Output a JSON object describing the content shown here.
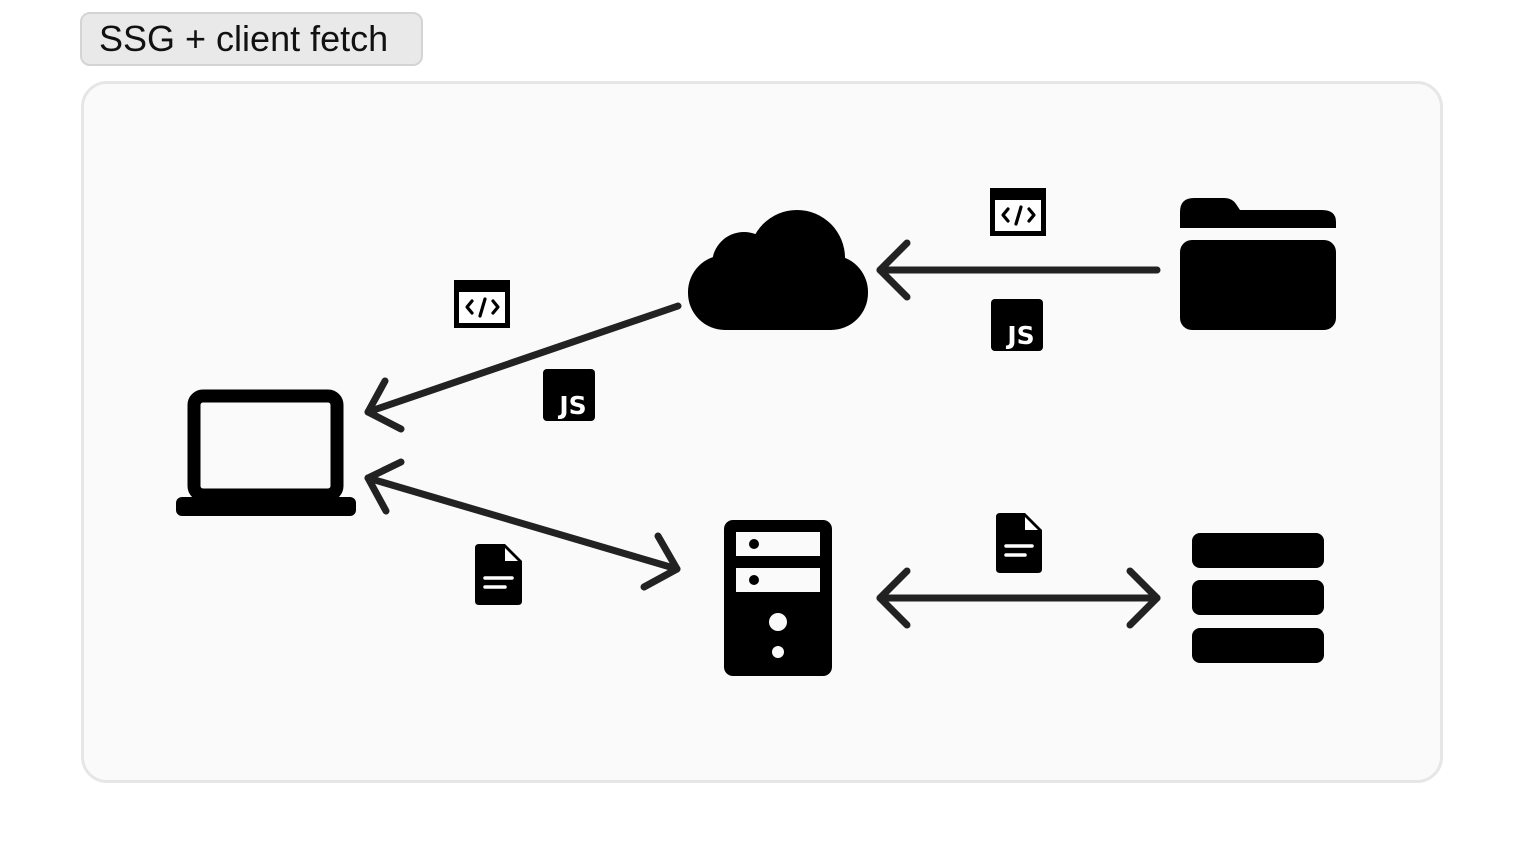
{
  "tab": {
    "label": "SSG + client fetch"
  },
  "diagram": {
    "nodes": [
      {
        "id": "laptop",
        "icon": "laptop-icon"
      },
      {
        "id": "cloud",
        "icon": "cloud-icon"
      },
      {
        "id": "folder",
        "icon": "folder-icon"
      },
      {
        "id": "server",
        "icon": "server-icon"
      },
      {
        "id": "database",
        "icon": "database-icon"
      }
    ],
    "edges": [
      {
        "from": "folder",
        "to": "cloud",
        "direction": "one-way",
        "payload": [
          "html-file-icon",
          "js-file-icon"
        ]
      },
      {
        "from": "cloud",
        "to": "laptop",
        "direction": "one-way",
        "payload": [
          "html-file-icon",
          "js-file-icon"
        ]
      },
      {
        "from": "laptop",
        "to": "server",
        "direction": "two-way",
        "payload": [
          "document-icon"
        ]
      },
      {
        "from": "server",
        "to": "database",
        "direction": "two-way",
        "payload": [
          "document-icon"
        ]
      }
    ],
    "js_badge_text": "JS",
    "colors": {
      "icon": "#000000",
      "arrow": "#222222",
      "panel_bg": "#fafafa",
      "tab_bg": "#e9e9e9"
    }
  }
}
